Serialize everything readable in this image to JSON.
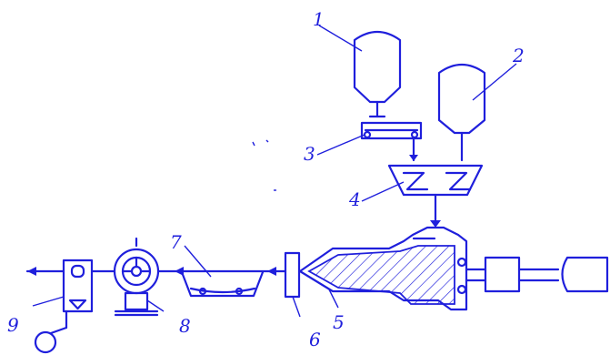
{
  "colors": {
    "ink": "#1f1fdc",
    "background": "#ffffff"
  },
  "labels": {
    "n1": "1",
    "n2": "2",
    "n3": "3",
    "n4": "4",
    "n5": "5",
    "n6": "6",
    "n7": "7",
    "n8": "8",
    "n9": "9"
  }
}
